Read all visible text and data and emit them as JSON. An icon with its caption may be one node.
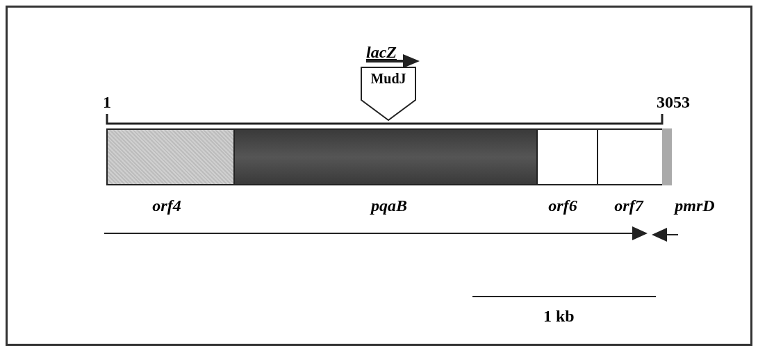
{
  "diagram": {
    "nodes": [
      {
        "text": [
          "MudJ"
        ]
      },
      {
        "text": [
          "orf4"
        ]
      },
      {
        "text": [
          "pqaB"
        ]
      },
      {
        "text": [
          "orf6"
        ]
      },
      {
        "text": [
          "orf7"
        ]
      },
      {
        "text": [
          "pmrD"
        ]
      }
    ],
    "labels": [
      "lacZ",
      "1",
      "3053",
      "1 kb"
    ]
  }
}
